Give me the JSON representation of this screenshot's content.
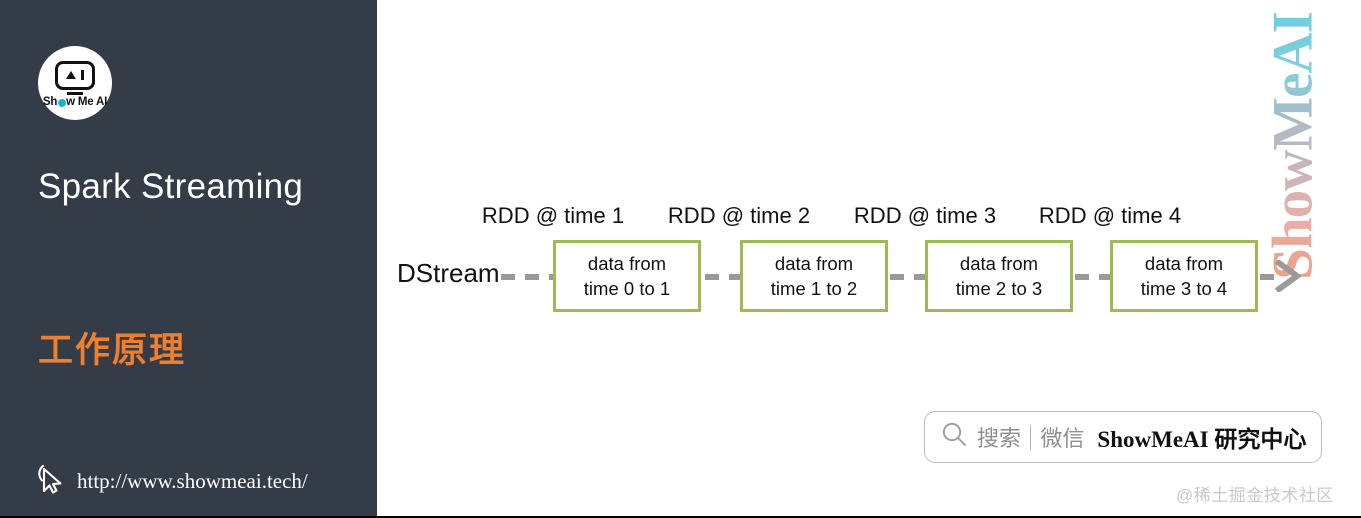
{
  "sidebar": {
    "logo": {
      "icon_name": "show-me-ai-robot-logo",
      "wordmark_before": "Sh",
      "wordmark_o": "o",
      "wordmark_after": "w Me AI"
    },
    "title": "Spark Streaming",
    "subtitle": "工作原理",
    "url": "http://www.showmeai.tech/",
    "cursor_icon": "mouse-pointer-icon",
    "background_color": "#333c47",
    "accent_color": "#ef7f2e"
  },
  "diagram": {
    "stream_label": "DStream",
    "box_border_color": "#9cbb52",
    "connector_color": "#9a9a9a",
    "nodes": [
      {
        "label": "RDD @ time 1",
        "line1": "data from",
        "line2": "time 0 to 1"
      },
      {
        "label": "RDD @ time 2",
        "line1": "data from",
        "line2": "time 1 to 2"
      },
      {
        "label": "RDD @ time 3",
        "line1": "data from",
        "line2": "time 2 to 3"
      },
      {
        "label": "RDD @ time 4",
        "line1": "data from",
        "line2": "time 3 to 4"
      }
    ],
    "arrow_icon": "arrow-right-icon"
  },
  "watermark": {
    "vertical_text": "ShowMeAI",
    "community": "@稀土掘金技术社区"
  },
  "search_pill": {
    "magnifier_icon": "search-icon",
    "placeholder": "搜索",
    "divider": "|",
    "channel": "微信",
    "account": "ShowMeAI 研究中心"
  }
}
